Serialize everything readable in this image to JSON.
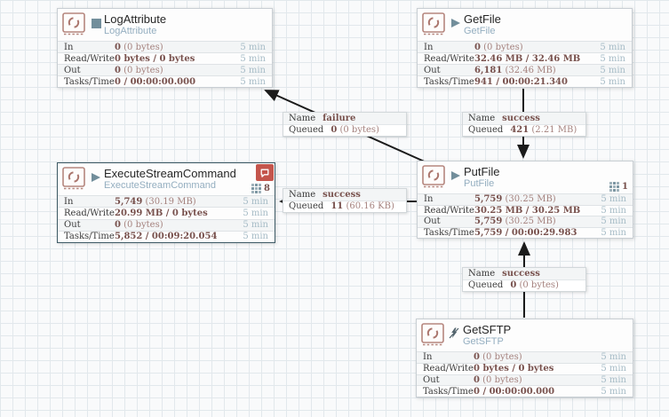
{
  "shared": {
    "name_key": "Name",
    "queued_key": "Queued",
    "window": "5 min"
  },
  "colors": {
    "canvas_bg": "#f9fafb",
    "grid_line": "#e2e8ec",
    "value_accent": "#78514d",
    "value_light": "#a5827e",
    "type_subtitle": "#94aec0",
    "time_text": "#a4bac5",
    "state_indicator": "#728e9b",
    "processor_icon": "#ab766d",
    "bulletin_badge": "#c4554c",
    "selected_border": "#3e5a65",
    "connection_line": "#1b1b1b"
  },
  "icons": {
    "processor": "processor-stamp-icon",
    "running": "play-triangle-icon",
    "stopped": "stop-square-icon",
    "disabled": "disabled-bolt-icon",
    "bulletin": "comment-badge-icon",
    "threads": "thread-grid-icon"
  },
  "processors": [
    {
      "title": "LogAttribute",
      "type": "LogAttribute",
      "state": "stopped",
      "stats": [
        {
          "label": "In",
          "bold": "0",
          "light": "(0 bytes)"
        },
        {
          "label": "Read/Write",
          "bold": "0 bytes / 0 bytes",
          "light": ""
        },
        {
          "label": "Out",
          "bold": "0",
          "light": "(0 bytes)"
        },
        {
          "label": "Tasks/Time",
          "bold": "0 / 00:00:00.000",
          "light": ""
        }
      ]
    },
    {
      "title": "GetFile",
      "type": "GetFile",
      "state": "running",
      "stats": [
        {
          "label": "In",
          "bold": "0",
          "light": "(0 bytes)"
        },
        {
          "label": "Read/Write",
          "bold": "32.46 MB / 32.46 MB",
          "light": ""
        },
        {
          "label": "Out",
          "bold": "6,181",
          "light": "(32.46 MB)"
        },
        {
          "label": "Tasks/Time",
          "bold": "941 / 00:00:21.340",
          "light": ""
        }
      ]
    },
    {
      "title": "ExecuteStreamCommand",
      "type": "ExecuteStreamCommand",
      "state": "running",
      "threads": "8",
      "stats": [
        {
          "label": "In",
          "bold": "5,749",
          "light": "(30.19 MB)"
        },
        {
          "label": "Read/Write",
          "bold": "20.99 MB / 0 bytes",
          "light": ""
        },
        {
          "label": "Out",
          "bold": "0",
          "light": "(0 bytes)"
        },
        {
          "label": "Tasks/Time",
          "bold": "5,852 / 00:09:20.054",
          "light": ""
        }
      ]
    },
    {
      "title": "PutFile",
      "type": "PutFile",
      "state": "running",
      "threads": "1",
      "stats": [
        {
          "label": "In",
          "bold": "5,759",
          "light": "(30.25 MB)"
        },
        {
          "label": "Read/Write",
          "bold": "30.25 MB / 30.25 MB",
          "light": ""
        },
        {
          "label": "Out",
          "bold": "5,759",
          "light": "(30.25 MB)"
        },
        {
          "label": "Tasks/Time",
          "bold": "5,759 / 00:00:29.983",
          "light": ""
        }
      ]
    },
    {
      "title": "GetSFTP",
      "type": "GetSFTP",
      "state": "disabled",
      "stats": [
        {
          "label": "In",
          "bold": "0",
          "light": "(0 bytes)"
        },
        {
          "label": "Read/Write",
          "bold": "0 bytes / 0 bytes",
          "light": ""
        },
        {
          "label": "Out",
          "bold": "0",
          "light": "(0 bytes)"
        },
        {
          "label": "Tasks/Time",
          "bold": "0 / 00:00:00.000",
          "light": ""
        }
      ]
    }
  ],
  "connections": [
    {
      "name": "failure",
      "queued_bold": "0",
      "queued_light": "(0 bytes)"
    },
    {
      "name": "success",
      "queued_bold": "421",
      "queued_light": "(2.21 MB)"
    },
    {
      "name": "success",
      "queued_bold": "11",
      "queued_light": "(60.16 KB)"
    },
    {
      "name": "success",
      "queued_bold": "0",
      "queued_light": "(0 bytes)"
    }
  ]
}
